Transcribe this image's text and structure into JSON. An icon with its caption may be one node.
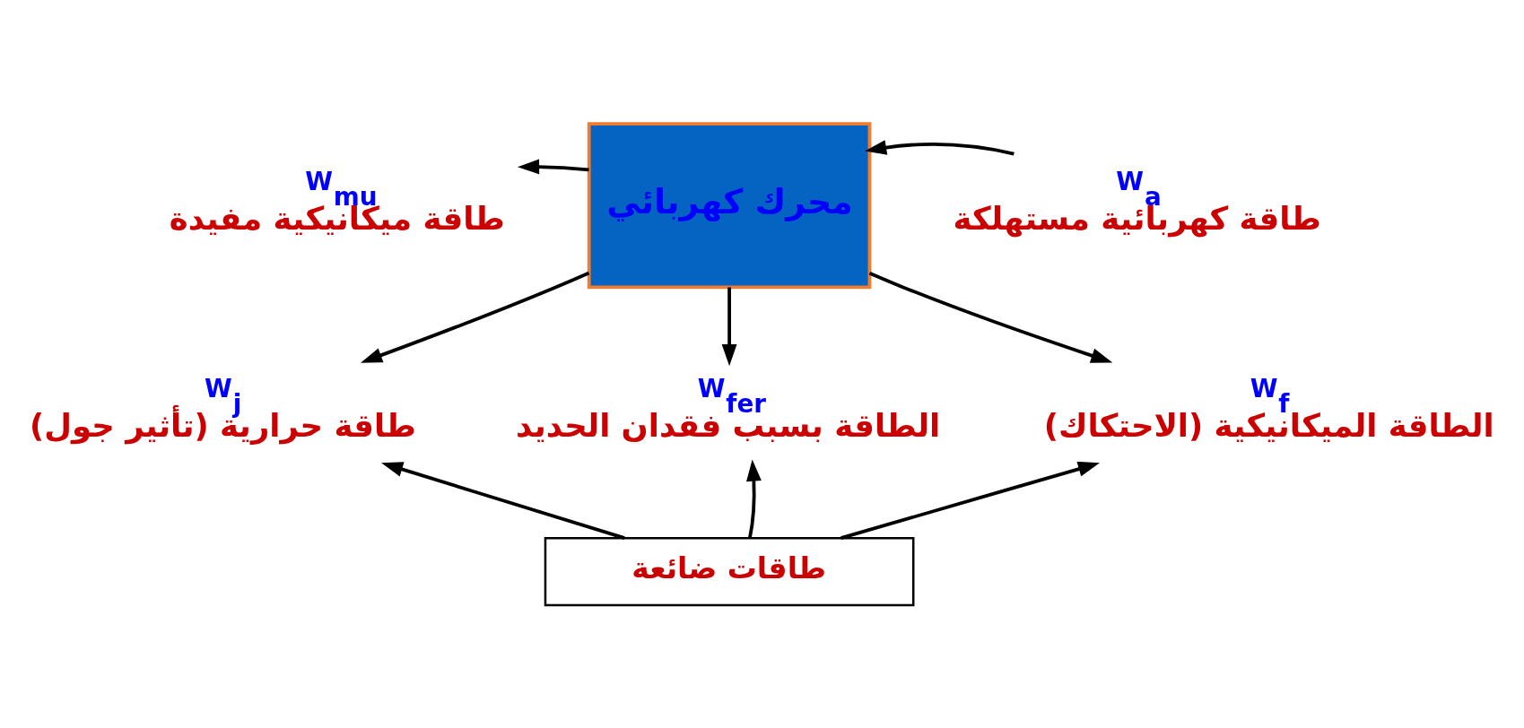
{
  "diagram": {
    "nodes": [
      {
        "text": [
          "W$_{mu}$",
          "طاقة ميكانيكية مفيدة"
        ]
      },
      {
        "text": [
          "محرك كهربائي"
        ]
      },
      {
        "text": [
          "W$_{a}$",
          "طاقة كهربائية مستهلكة"
        ]
      },
      {
        "text": [
          "W$_{j}$",
          "طاقة حرارية (تأثير جول)"
        ]
      },
      {
        "text": [
          "W$_{fer}$",
          "الطاقة بسبب فقدان الحديد"
        ]
      },
      {
        "text": [
          "W$_{f}$",
          "الطاقة الميكانيكية (الاحتكاك)"
        ]
      },
      {
        "text": [
          "طاقات ضائعة"
        ]
      }
    ],
    "edges": [
      {
        "from": 2,
        "to": 1,
        "arrow": "to"
      },
      {
        "from": 1,
        "to": 0,
        "arrow": "to"
      },
      {
        "from": 1,
        "to": 3,
        "arrow": "to"
      },
      {
        "from": 1,
        "to": 4,
        "arrow": "to"
      },
      {
        "from": 1,
        "to": 5,
        "arrow": "to"
      },
      {
        "from": 6,
        "to": 3,
        "arrow": "to"
      },
      {
        "from": 6,
        "to": 4,
        "arrow": "to"
      },
      {
        "from": 6,
        "to": 5,
        "arrow": "to"
      }
    ]
  }
}
